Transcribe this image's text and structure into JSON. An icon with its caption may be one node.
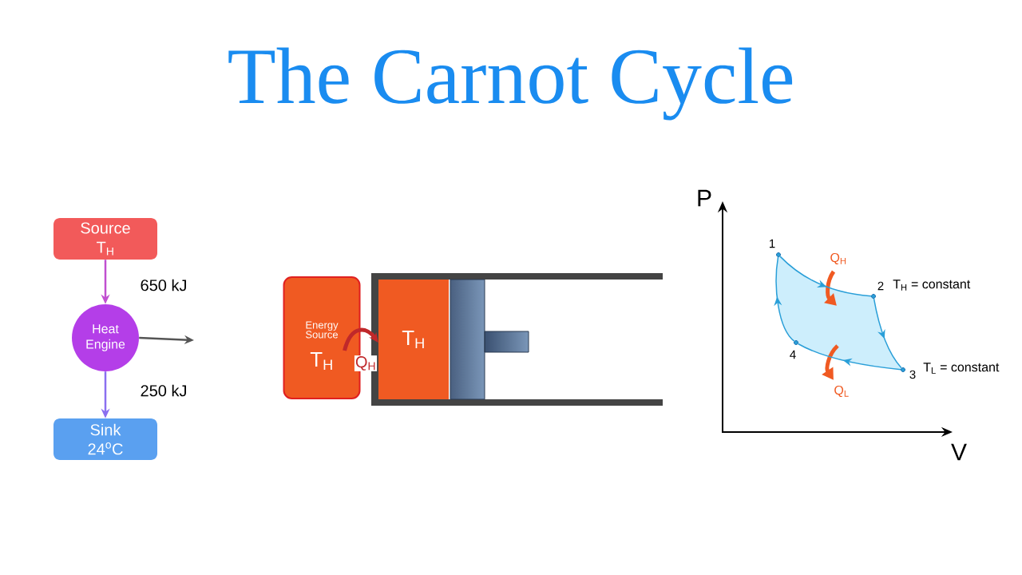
{
  "diagram": {
    "title": "The Carnot Cycle",
    "nodes": [
      {
        "text": [
          "Source T$_{H}$"
        ]
      },
      {
        "text": [
          "Heat Engine"
        ]
      },
      {
        "text": [
          "Sink 24$^{o}$C"
        ]
      },
      {
        "text": [
          "Energy Source",
          "T$_{H}$"
        ]
      },
      {
        "text": [
          "T$_{H}$"
        ]
      },
      {
        "text": [],
        "shape": "circle",
        "beside": [
          "1"
        ]
      },
      {
        "text": [],
        "shape": "circle",
        "beside": [
          "2"
        ]
      },
      {
        "text": [],
        "shape": "circle",
        "beside": [
          "3"
        ]
      },
      {
        "text": [],
        "shape": "circle",
        "beside": [
          "4"
        ]
      }
    ],
    "edges": [
      {
        "from": 0,
        "to": 1,
        "arrow": "to",
        "label": "650 kJ",
        "color": "#c04fd0"
      },
      {
        "from": 1,
        "to": 2,
        "arrow": "to",
        "label": "250 kJ",
        "color": "#8a6ff0"
      },
      {
        "from": 1,
        "to": null,
        "arrow": "to",
        "color": "#555555"
      },
      {
        "from": 3,
        "to": 4,
        "arrow": "to",
        "label": "Q$_{H}$",
        "style": "thick",
        "color": "#c0282a"
      },
      {
        "from": 5,
        "to": 6,
        "arrow": "to",
        "color": "#2a9fd8"
      },
      {
        "from": 6,
        "to": 7,
        "arrow": "to",
        "color": "#2a9fd8"
      },
      {
        "from": 7,
        "to": 8,
        "arrow": "to",
        "color": "#2a9fd8"
      },
      {
        "from": 8,
        "to": 5,
        "arrow": "to",
        "color": "#2a9fd8"
      }
    ],
    "labels": [
      "P",
      "Q$_{H}$",
      "T$_{H}$ = constant",
      "T$_{L}$ = constant",
      "Q$_{L}$",
      "V"
    ]
  }
}
